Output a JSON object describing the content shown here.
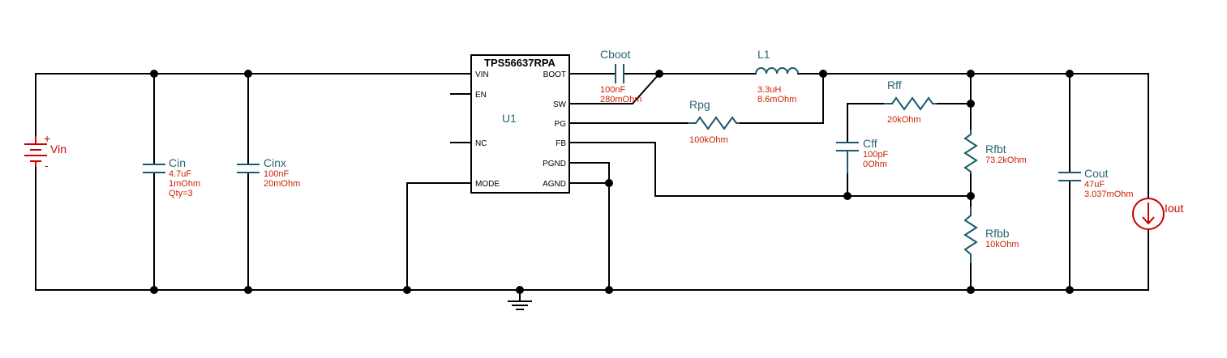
{
  "ic": {
    "part_number": "TPS56637RPA",
    "refdes": "U1",
    "pins_left": [
      "VIN",
      "EN",
      "NC",
      "MODE"
    ],
    "pins_right": [
      "BOOT",
      "SW",
      "PG",
      "FB",
      "PGND",
      "AGND"
    ]
  },
  "components": {
    "vin": {
      "name": "Vin",
      "plus": "+",
      "minus": "-"
    },
    "cin": {
      "name": "Cin",
      "values": [
        "4.7uF",
        "1mOhm",
        "Qty=3"
      ]
    },
    "cinx": {
      "name": "Cinx",
      "values": [
        "100nF",
        "20mOhm"
      ]
    },
    "cboot": {
      "name": "Cboot",
      "values": [
        "100nF",
        "280mOhm"
      ]
    },
    "l1": {
      "name": "L1",
      "values": [
        "3.3uH",
        "8.6mOhm"
      ]
    },
    "rpg": {
      "name": "Rpg",
      "values": [
        "100kOhm"
      ]
    },
    "rff": {
      "name": "Rff",
      "values": [
        "20kOhm"
      ]
    },
    "cff": {
      "name": "Cff",
      "values": [
        "100pF",
        "0Ohm"
      ]
    },
    "rfbt": {
      "name": "Rfbt",
      "values": [
        "73.2kOhm"
      ]
    },
    "rfbb": {
      "name": "Rfbb",
      "values": [
        "10kOhm"
      ]
    },
    "cout": {
      "name": "Cout",
      "values": [
        "47uF",
        "3.037mOhm"
      ]
    },
    "iout": {
      "name": "Iout"
    }
  },
  "colors": {
    "wire": "#000000",
    "component": "#1a5a6a",
    "label": "#2a6674",
    "value": "#cc2200",
    "source": "#cc0000"
  }
}
